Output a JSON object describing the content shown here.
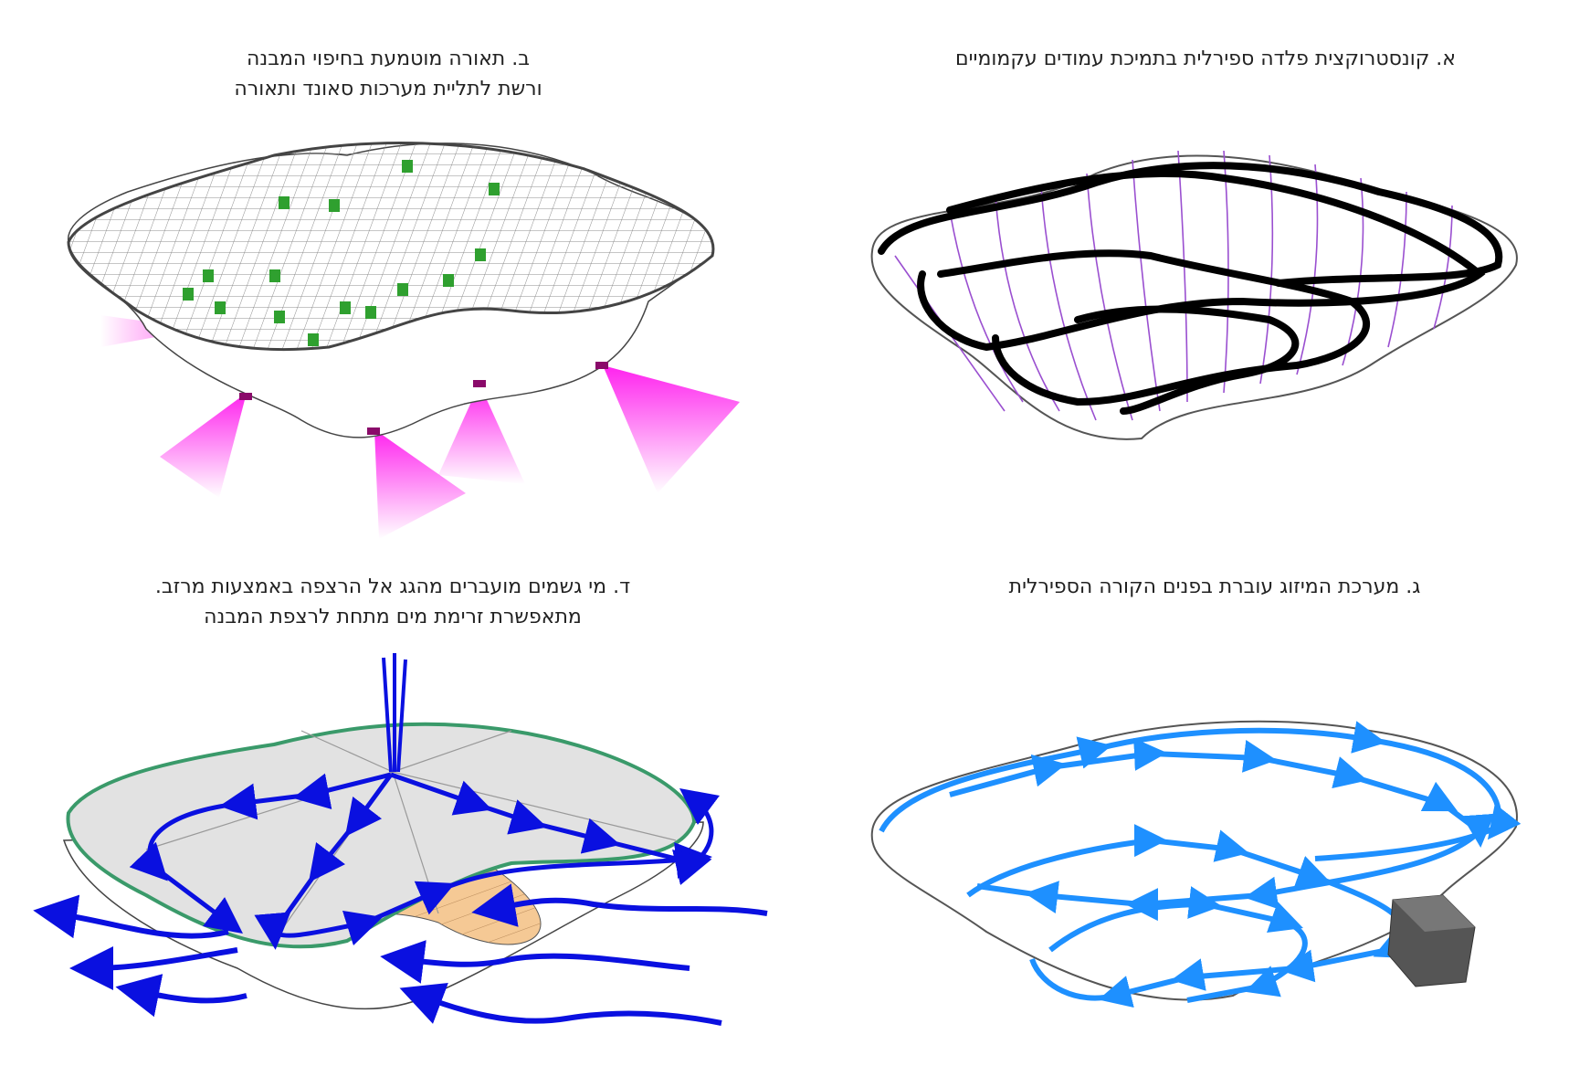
{
  "panels": {
    "a": {
      "caption": "א. קונסטרוקצית פלדה ספירלית בתמיכת עמודים עקמומיים"
    },
    "b": {
      "caption_line1": "ב. תאורה מוטמעת בחיפוי המבנה",
      "caption_line2": "ורשת לתליית מערכות סאונד ותאורה"
    },
    "c": {
      "caption": "ג. מערכת המיזוג עוברת בפנים הקורה הספירלית"
    },
    "d": {
      "caption_line1": "ד. מי גשמים מועברים מהגג אל הרצפה באמצעות מרזב.",
      "caption_line2": "מתאפשרת זרימת מים מתחת לרצפת המבנה"
    }
  },
  "colors": {
    "structure": "#000000",
    "columns": "#9a4fd0",
    "light": "#ff33ee",
    "speaker": "#2fa02f",
    "hvac": "#1e90ff",
    "rain": "#0a10e0",
    "floor": "#f5c995",
    "roof": "#e2e2e2"
  }
}
